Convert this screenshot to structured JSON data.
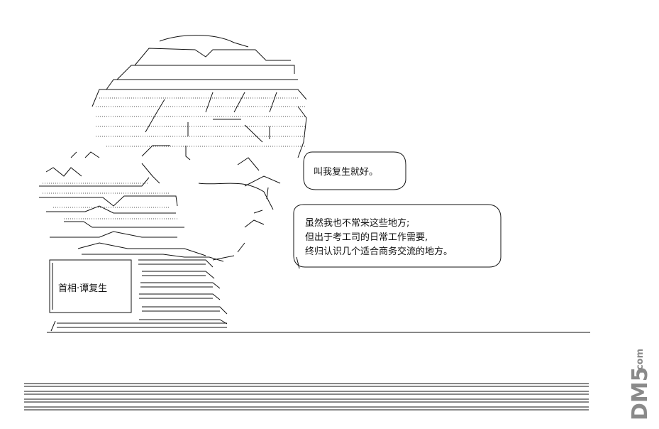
{
  "speech_bubble_1": {
    "text": "叫我复生就好。"
  },
  "speech_bubble_2": {
    "lines": [
      "虽然我也不常来这些地方;",
      "但出于考工司的日常工作需要,",
      "终归认识几个适合商务交流的地方。"
    ]
  },
  "name_plate": {
    "text": "首相·谭复生"
  },
  "watermark": {
    "brand": "DM5",
    "suffix": ".com"
  }
}
